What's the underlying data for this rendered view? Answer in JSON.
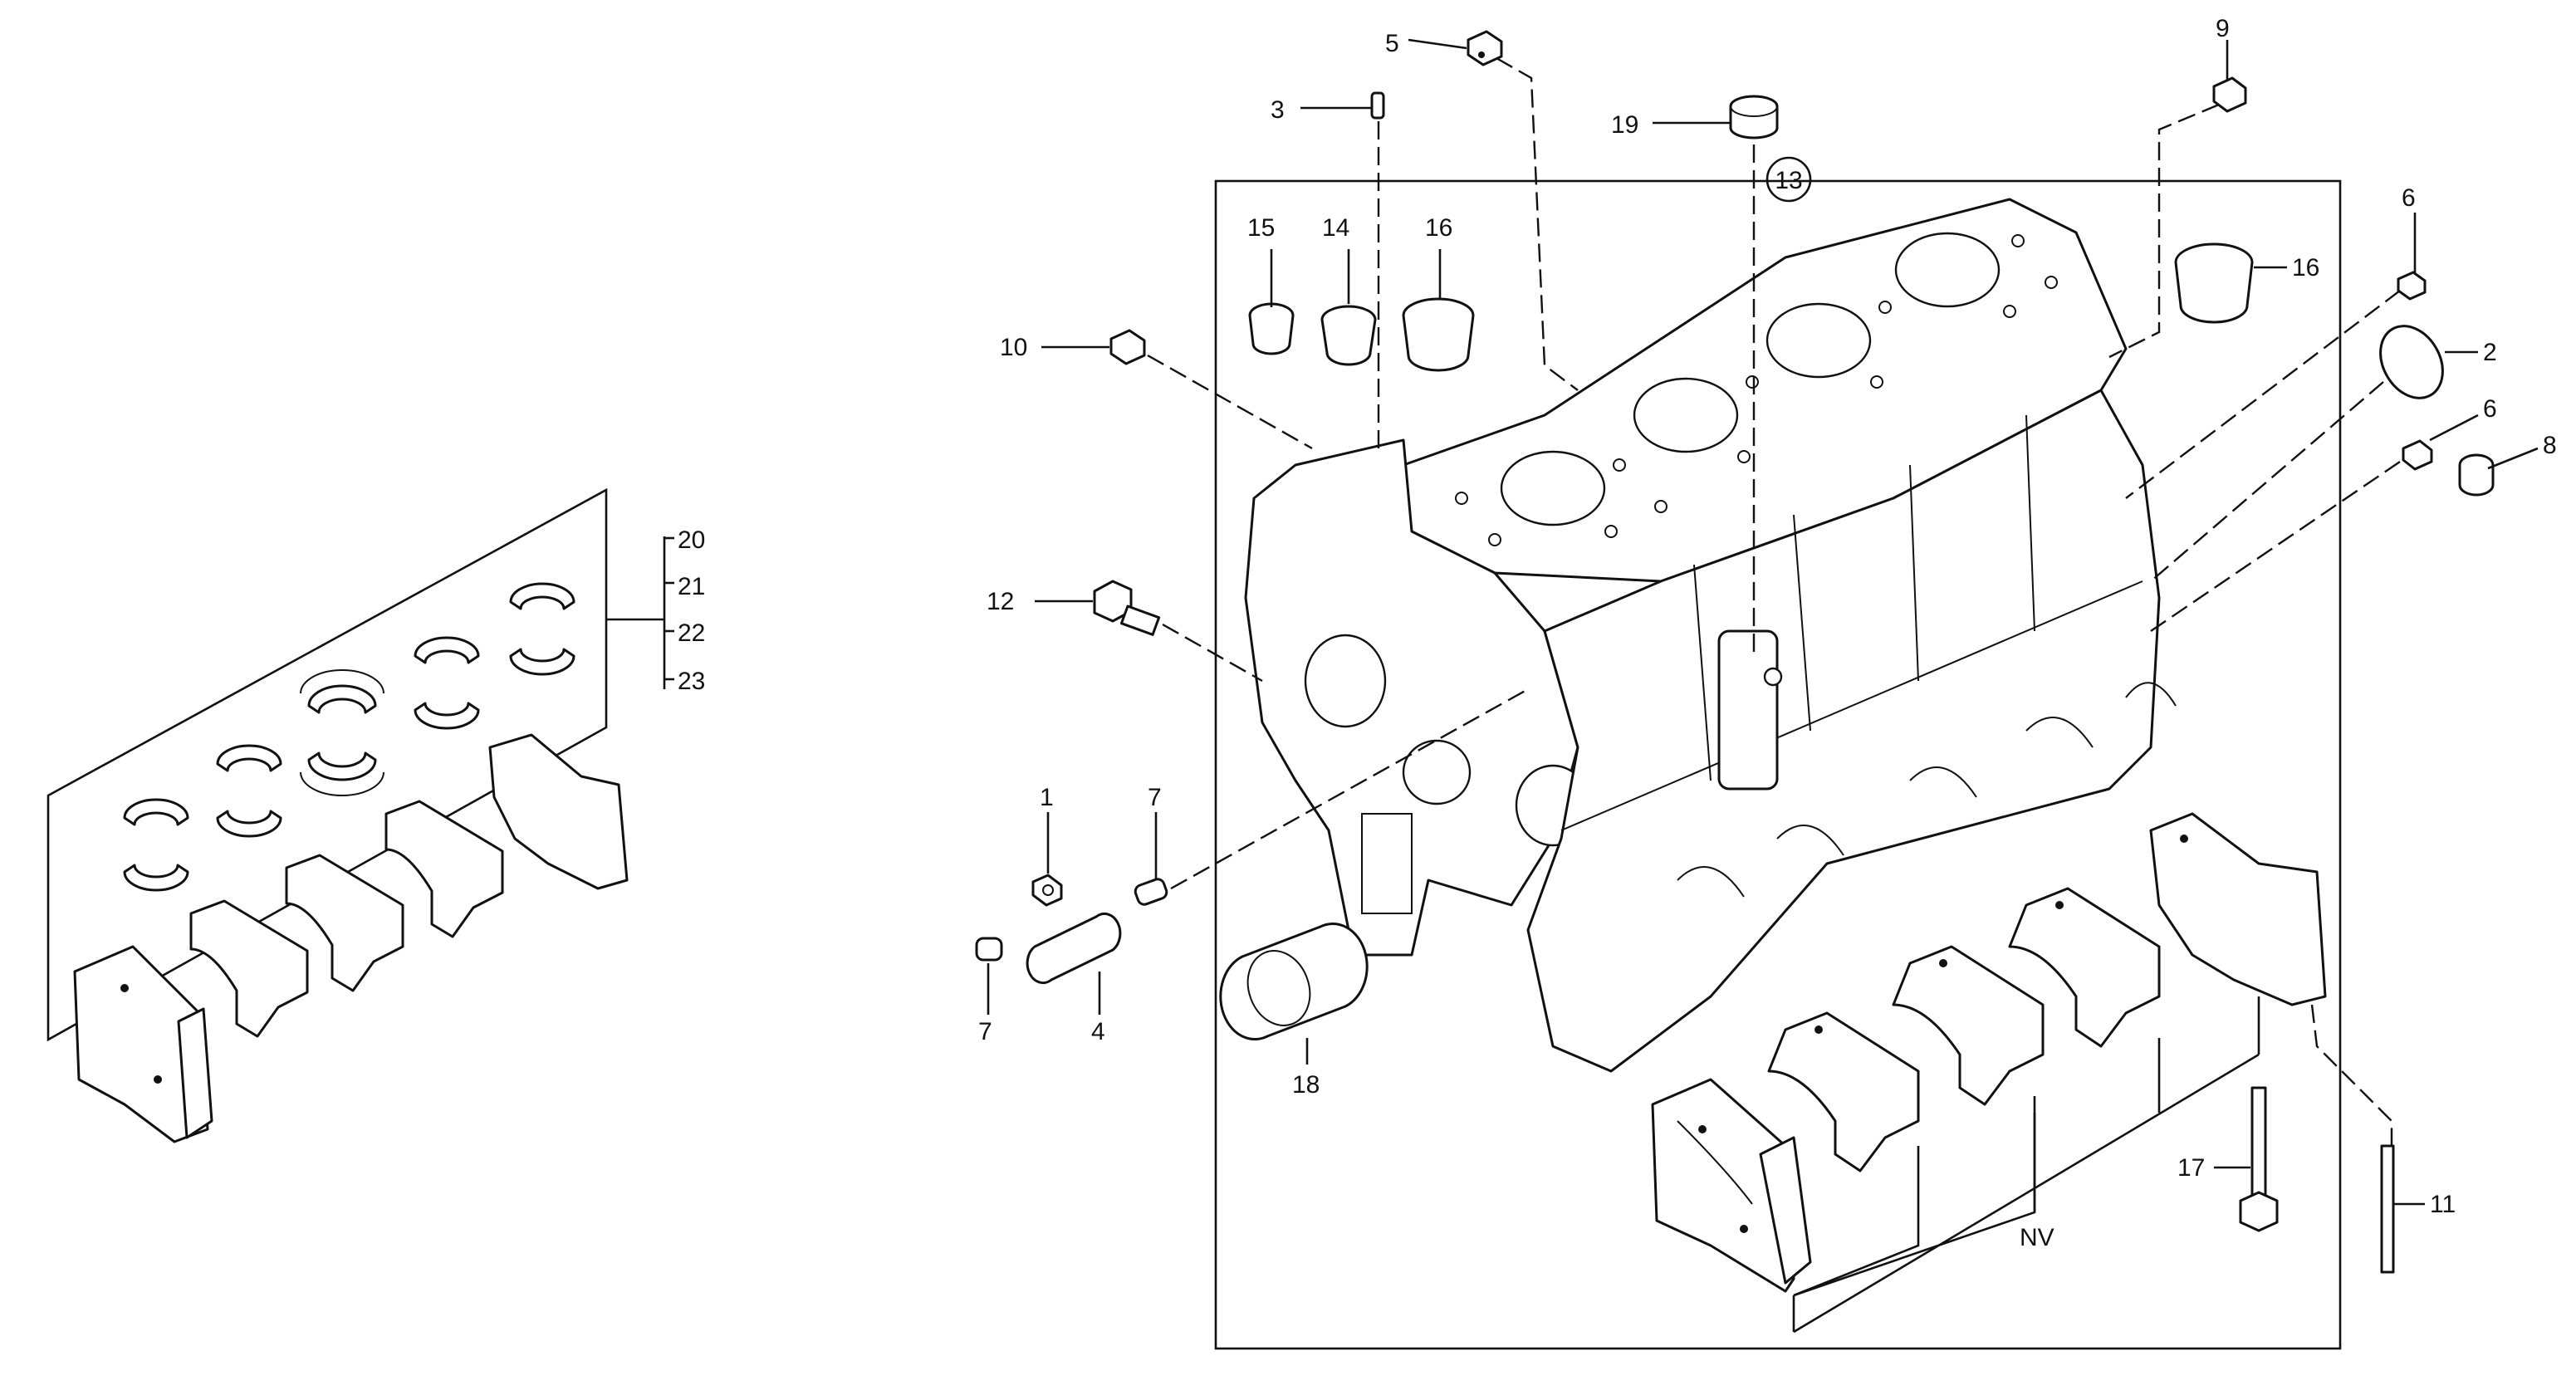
{
  "diagram": {
    "callouts": {
      "c1": "1",
      "c2": "2",
      "c3": "3",
      "c4": "4",
      "c5": "5",
      "c6a": "6",
      "c6b": "6",
      "c7a": "7",
      "c7b": "7",
      "c8": "8",
      "c9": "9",
      "c10": "10",
      "c11": "11",
      "c12": "12",
      "c13": "13",
      "c14": "14",
      "c15": "15",
      "c16a": "16",
      "c16b": "16",
      "c17": "17",
      "c18": "18",
      "c19": "19",
      "c20": "20",
      "c21": "21",
      "c22": "22",
      "c23": "23",
      "cNV": "NV"
    }
  }
}
